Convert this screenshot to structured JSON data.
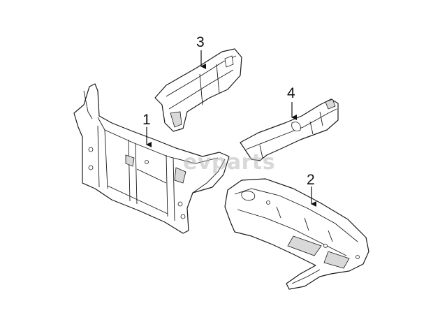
{
  "diagram": {
    "callouts": [
      {
        "id": "1",
        "label": "1"
      },
      {
        "id": "2",
        "label": "2"
      },
      {
        "id": "3",
        "label": "3"
      },
      {
        "id": "4",
        "label": "4"
      }
    ],
    "watermark": "evparts"
  }
}
